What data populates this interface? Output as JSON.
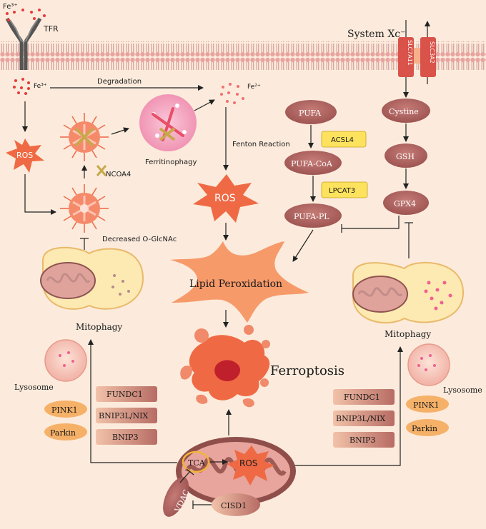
{
  "labels": {
    "fe3_top": "Fe³⁺",
    "tfr": "TFR",
    "system_xc": "System Xc⁻",
    "slc7a11": "SLC7A11",
    "slc3a2": "SLC3A2",
    "fe3_mid": "Fe³⁺",
    "degradation": "Degradation",
    "fe2": "Fe²⁺",
    "ros_left": "ROS",
    "ferritinophagy": "Ferritinophagy",
    "ncoa4": "NCOA4",
    "decreased_oglcnac": "Decreased O-GlcNAc",
    "fenton_reaction": "Fenton Reaction",
    "ros_center": "ROS",
    "pufa": "PUFA",
    "acsl4": "ACSL4",
    "pufa_coa": "PUFA-CoA",
    "lpcat3": "LPCAT3",
    "pufa_pl": "PUFA-PL",
    "cystine": "Cystine",
    "gsh": "GSH",
    "gpx4": "GPX4",
    "lipid_peroxidation": "Lipid Peroxidation",
    "mitophagy_left": "Mitophagy",
    "mitophagy_right": "Mitophagy",
    "ferroptosis": "Ferroptosis",
    "lysosome_left": "Lysosome",
    "lysosome_right": "Lysosome",
    "pink1_left": "PINK1",
    "parkin_left": "Parkin",
    "pink1_right": "PINK1",
    "parkin_right": "Parkin",
    "fundc1_left": "FUNDC1",
    "bnip3l_left": "BNIP3L/NIX",
    "bnip3_left": "BNIP3",
    "fundc1_right": "FUNDC1",
    "bnip3l_right": "BNIP3L/NIX",
    "bnip3_right": "BNIP3",
    "tca": "TCA",
    "ros_mito": "ROS",
    "vdac": "VDAC",
    "cisd1": "CISD1"
  },
  "colors": {
    "background": "#fcebdc",
    "membrane": "#e9a9a6",
    "pill_brown": "#b96a66",
    "box_yellow": "#fde25e",
    "ros_orange": "#ef6a44",
    "lipid_star": "#f79a6a",
    "mito_yellow": "#fde9b2"
  }
}
